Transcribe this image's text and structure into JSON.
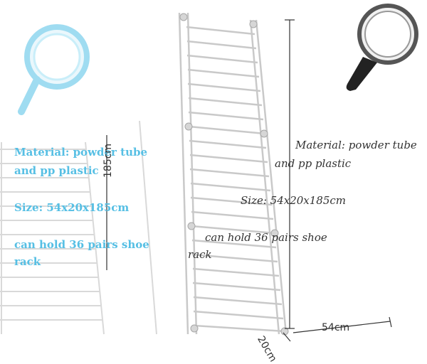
{
  "callouts": {
    "material_line1": "Material: powder tube",
    "material_line2": "and pp plastic",
    "size": "Size: 54x20x185cm",
    "capacity_line1": "can hold 36 pairs shoe",
    "capacity_line2": "rack"
  },
  "mirrored_callouts": {
    "material_line1": "Material: powder tube",
    "material_line2": "and pp plastic",
    "size": "Size: 54x20x185cm",
    "capacity_line1": "can hold 36 pairs shoe",
    "capacity_line2": "rack"
  },
  "dimensions": {
    "height": "185cm",
    "width": "54cm",
    "depth": "20cm"
  },
  "colors": {
    "accent": "#56bfe4",
    "frame": "#c8c8c8",
    "text": "#333333"
  },
  "icons": [
    "magnifying-glass-icon"
  ]
}
